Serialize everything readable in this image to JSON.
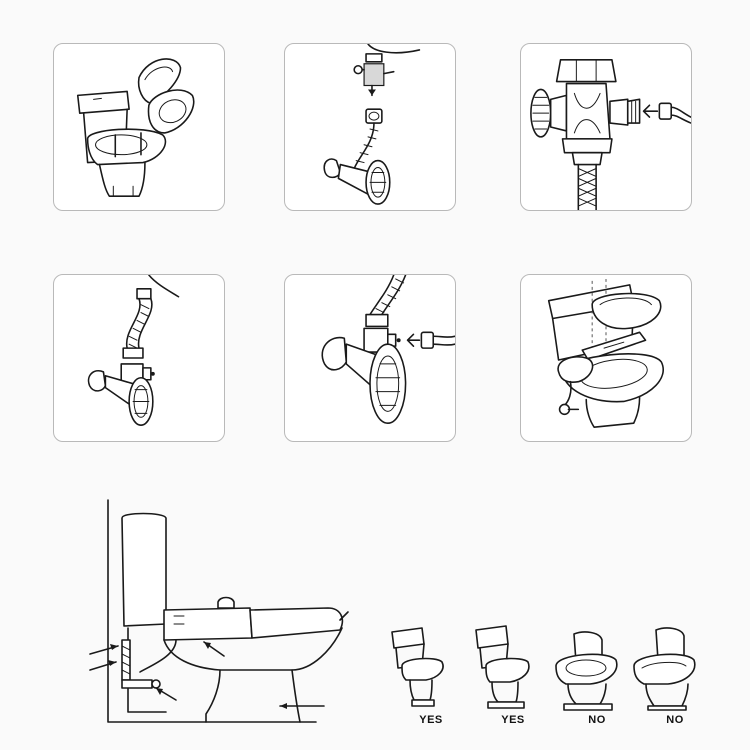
{
  "steps": [
    {
      "icon": "toilet-seat-raised-icon"
    },
    {
      "icon": "valve-disconnect-icon"
    },
    {
      "icon": "t-adapter-attach-icon"
    },
    {
      "icon": "hose-to-adapter-icon"
    },
    {
      "icon": "bidet-hose-connect-icon"
    },
    {
      "icon": "bidet-seat-mount-icon"
    }
  ],
  "assembly": {
    "icon": "installed-bidet-side-view-icon"
  },
  "compatibility": [
    {
      "label": "YES",
      "icon": "two-piece-toilet-round-icon"
    },
    {
      "label": "YES",
      "icon": "two-piece-toilet-elongated-icon"
    },
    {
      "label": "NO",
      "icon": "one-piece-toilet-icon"
    },
    {
      "label": "NO",
      "icon": "one-piece-toilet-skirted-icon"
    }
  ]
}
